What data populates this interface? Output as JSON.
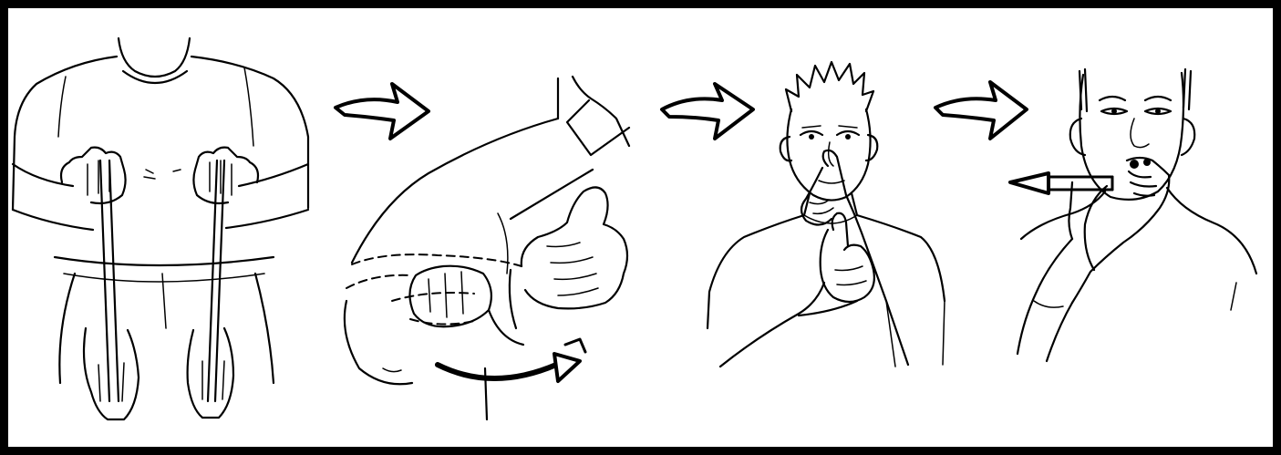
{
  "illustration": {
    "panels": [
      {
        "id": 1,
        "subject": "figure-hands-raised-palms-down"
      },
      {
        "id": 2,
        "subject": "arm-thumbs-up-rotate"
      },
      {
        "id": 3,
        "subject": "figure-finger-to-nose-thumb-up"
      },
      {
        "id": 4,
        "subject": "figure-hand-from-mouth-outward"
      }
    ],
    "arrows": [
      {
        "between": [
          1,
          2
        ],
        "icon": "curved-sequence-arrow-icon"
      },
      {
        "between": [
          2,
          3
        ],
        "icon": "curved-sequence-arrow-icon"
      },
      {
        "between": [
          3,
          4
        ],
        "icon": "curved-sequence-arrow-icon"
      }
    ],
    "motion_indicators": [
      {
        "panel": 2,
        "icon": "rotation-arrow-icon"
      },
      {
        "panel": 4,
        "icon": "left-arrow-icon"
      }
    ],
    "colors": {
      "ink": "#000000",
      "background": "#ffffff",
      "frame": "#000000"
    }
  }
}
